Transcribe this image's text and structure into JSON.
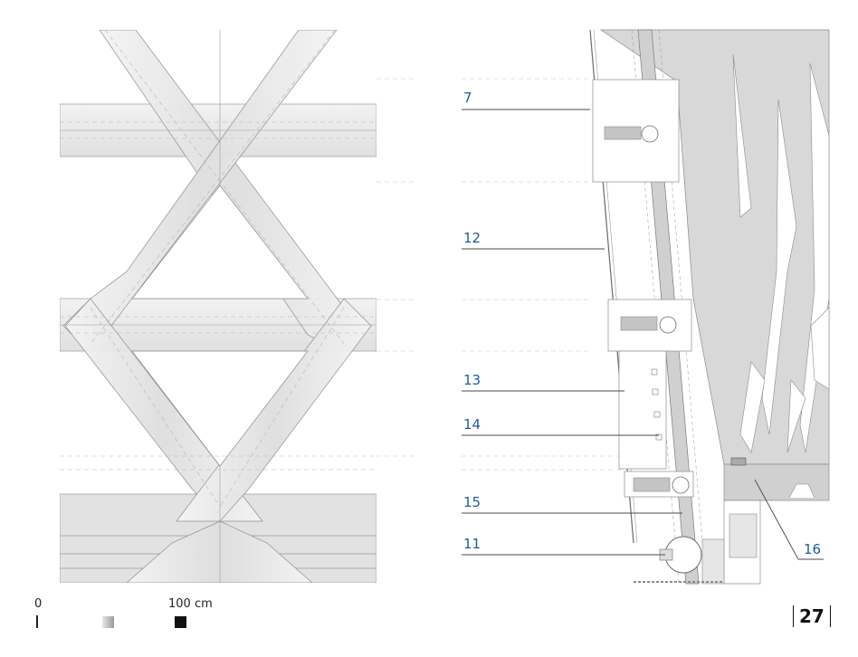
{
  "callouts": [
    {
      "label": "7"
    },
    {
      "label": "12"
    },
    {
      "label": "13"
    },
    {
      "label": "14"
    },
    {
      "label": "15"
    },
    {
      "label": "11"
    },
    {
      "label": "16"
    }
  ],
  "scale": {
    "start": "0",
    "end": "100 cm"
  },
  "page_number": "27",
  "colors": {
    "callout": "#1f5aa6",
    "line": "#8a8a8a",
    "fill": "#e8e8e8",
    "section_fill": "#d9d9d9",
    "solid_fill": "#c2c2c2"
  }
}
